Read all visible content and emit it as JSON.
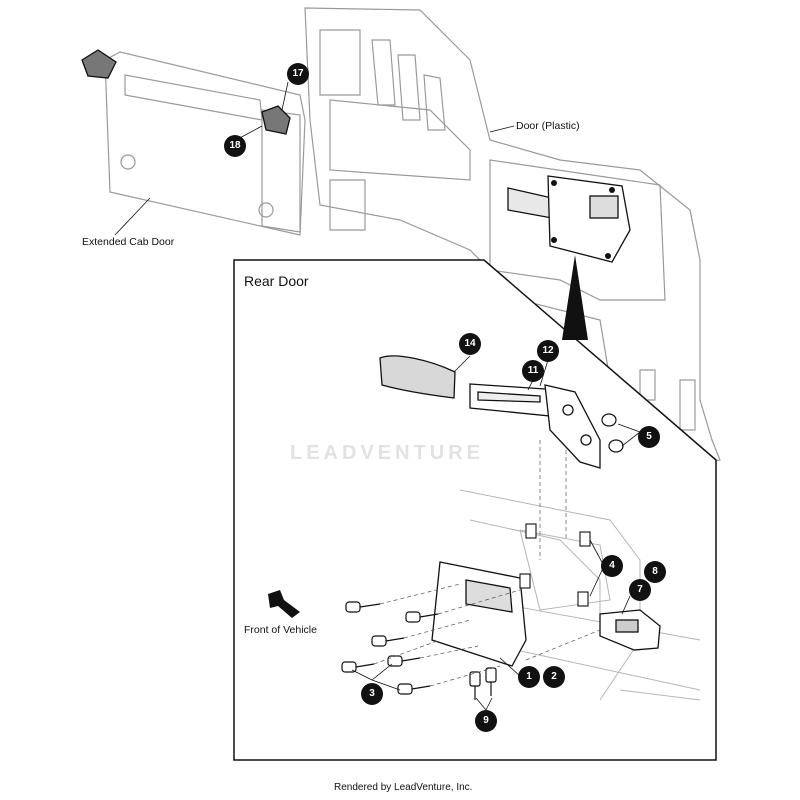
{
  "labels": {
    "extended_cab_door": "Extended Cab Door",
    "door_plastic": "Door (Plastic)",
    "rear_door": "Rear Door",
    "front_of_vehicle": "Front of Vehicle"
  },
  "watermark": "LEADVENTURE",
  "footer": "Rendered by LeadVenture, Inc.",
  "callouts": {
    "c1": "1",
    "c2": "2",
    "c3": "3",
    "c4": "4",
    "c5": "5",
    "c7": "7",
    "c8": "8",
    "c9": "9",
    "c11": "11",
    "c12": "12",
    "c14": "14",
    "c17": "17",
    "c18": "18"
  }
}
